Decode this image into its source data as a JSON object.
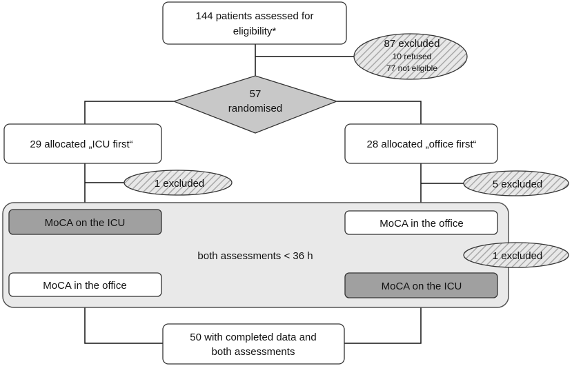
{
  "flowchart": {
    "assessed": {
      "line1": "144 patients assessed for",
      "line2": "eligibility*"
    },
    "excluded_initial": {
      "title": "87 excluded",
      "line2": "10  refused",
      "line3": "77 not eligible"
    },
    "randomised": {
      "line1": "57",
      "line2": "randomised"
    },
    "arm_icu_first": {
      "allocated": "29 allocated „ICU first“",
      "excluded": "1 excluded",
      "first_assessment": "MoCA on the ICU",
      "second_assessment": "MoCA in the office"
    },
    "arm_office_first": {
      "allocated": "28 allocated „office first“",
      "excluded_before": "5 excluded",
      "first_assessment": "MoCA in the office",
      "excluded_between": "1 excluded",
      "second_assessment": "MoCA on the ICU"
    },
    "timing_note": "both assessments < 36 h",
    "completed": {
      "line1": "50 with completed data and",
      "line2": "both assessments"
    }
  }
}
